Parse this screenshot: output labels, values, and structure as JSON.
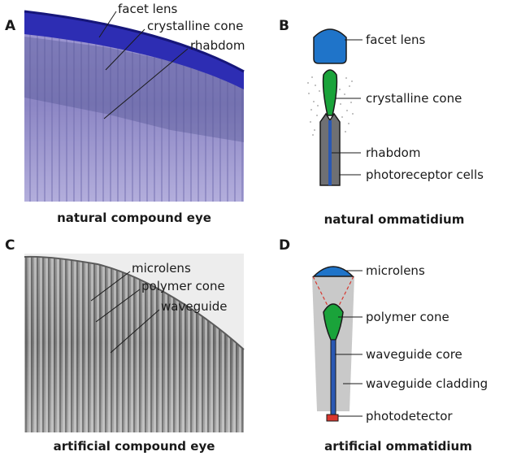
{
  "panels": {
    "a": {
      "letter": "A",
      "caption": "natural compound eye",
      "labels": {
        "facet_lens": "facet lens",
        "crystalline_cone": "crystalline cone",
        "rhabdom": "rhabdom"
      }
    },
    "b": {
      "letter": "B",
      "caption": "natural ommatidium",
      "labels": {
        "facet_lens": "facet lens",
        "crystalline_cone": "crystalline cone",
        "rhabdom": "rhabdom",
        "photoreceptor_cells": "photoreceptor cells"
      }
    },
    "c": {
      "letter": "C",
      "caption": "artificial compound eye",
      "labels": {
        "microlens": "microlens",
        "polymer_cone": "polymer cone",
        "waveguide": "waveguide"
      }
    },
    "d": {
      "letter": "D",
      "caption": "artificial ommatidium",
      "labels": {
        "microlens": "microlens",
        "polymer_cone": "polymer cone",
        "waveguide_core": "waveguide core",
        "waveguide_cladding": "waveguide cladding",
        "photodetector": "photodetector"
      }
    }
  },
  "colors": {
    "lens_blue": "#1f74c9",
    "cone_green": "#1aa33a",
    "rhabdom_gray": "#6f7073",
    "core_blue": "#2a58b3",
    "cladding_gray": "#c9c9c9",
    "photodetector_red": "#d8362e",
    "micrograph_purple": "#8b86c6",
    "micrograph_top": "#2a2aa0"
  }
}
